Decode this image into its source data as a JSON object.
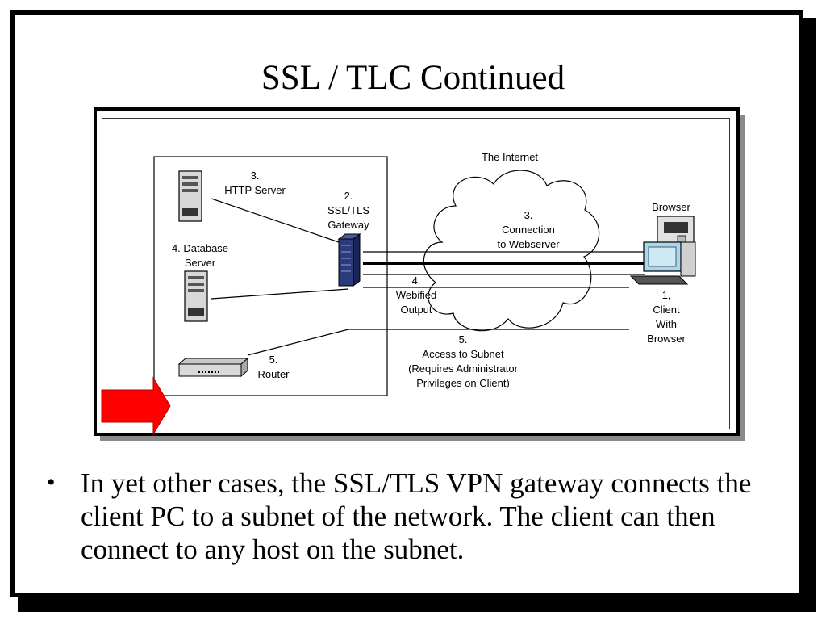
{
  "slide": {
    "title": "SSL / TLC Continued",
    "bullet_symbol": "•",
    "bullet_text": "In yet other cases, the SSL/TLS VPN gateway connects the client PC to a subnet of the network. The client can then connect to any host on the subnet."
  },
  "diagram": {
    "internet_label": "The Internet",
    "http_server": [
      "3.",
      "HTTP Server"
    ],
    "gateway": [
      "2.",
      "SSL/TLS",
      "Gateway"
    ],
    "database_server": [
      "4. Database",
      "Server"
    ],
    "router": [
      "5.",
      "Router"
    ],
    "connection": [
      "3.",
      "Connection",
      "to Webserver"
    ],
    "webified": [
      "4.",
      "Webified",
      "Output"
    ],
    "subnet_access": [
      "5.",
      "Access to Subnet",
      "(Requires Administrator",
      "Privileges on Client)"
    ],
    "browser_label": "Browser",
    "client": [
      "1,",
      "Client",
      "With",
      "Browser"
    ]
  },
  "colors": {
    "arrow": "#ff0000",
    "monitor": "#a8d8ea",
    "gateway": "#2a3a7a"
  }
}
